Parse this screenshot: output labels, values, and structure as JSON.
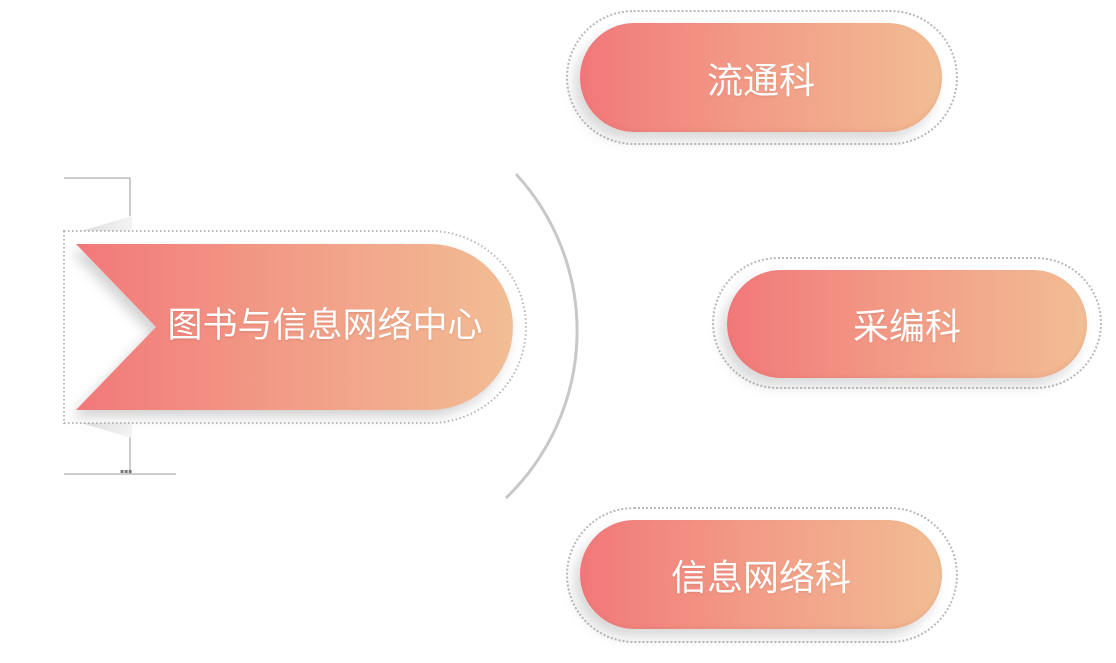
{
  "root": {
    "label": "图书与信息网络中心"
  },
  "departments": [
    {
      "label": "流通科"
    },
    {
      "label": "采编科"
    },
    {
      "label": "信息网络科"
    }
  ],
  "colors": {
    "gradient_start": "#f2787a",
    "gradient_mid": "#f29a86",
    "gradient_end": "#f2bd94",
    "outline": "#b9b9b9",
    "arc": "#c8c8c8",
    "text": "#ffffff"
  }
}
